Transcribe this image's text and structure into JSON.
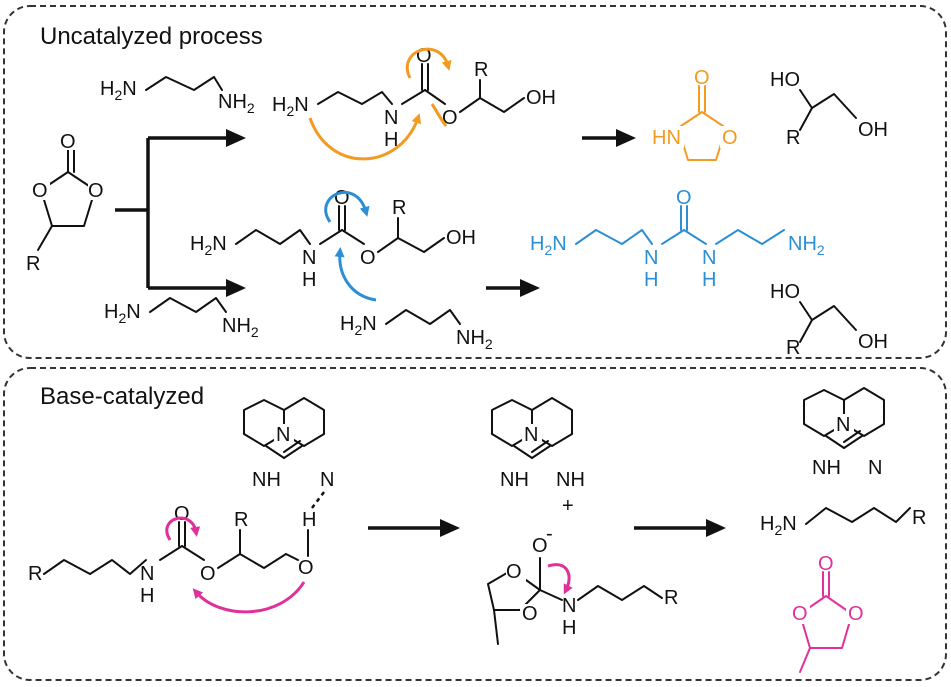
{
  "panels": {
    "uncatalyzed": {
      "title": "Uncatalyzed process"
    },
    "base": {
      "title": "Base-catalyzed"
    }
  },
  "labels": {
    "O": "O",
    "HO": "HO",
    "OH": "OH",
    "R": "R",
    "N": "N",
    "NH": "NH",
    "HN": "HN",
    "H": "H",
    "H2N": "H2N",
    "NH2": "NH2",
    "Ominus": "O",
    "minus": "-",
    "plus": "+",
    "H_": "H",
    "two": "2"
  },
  "colors": {
    "orange": "#f39a21",
    "blue": "#2c8fd6",
    "pink": "#e0309a",
    "black": "#111111"
  }
}
